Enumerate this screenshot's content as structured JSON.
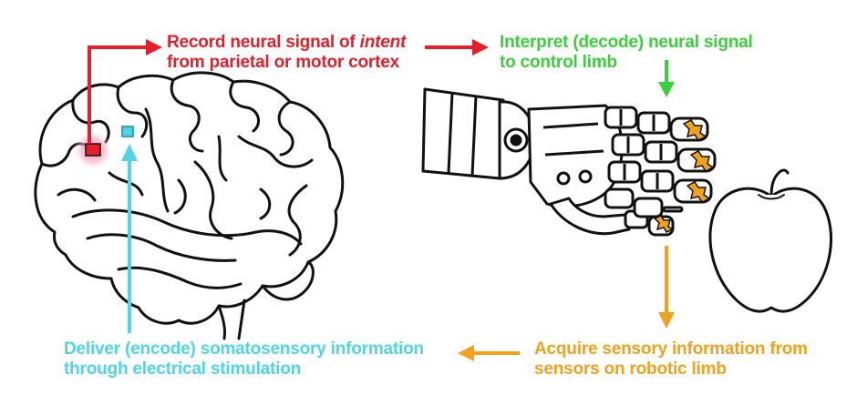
{
  "labels": {
    "record": {
      "line1_prefix": "Record neural signal of ",
      "line1_italic": "intent",
      "line2": "from parietal or motor cortex"
    },
    "interpret": {
      "line1": "Interpret (decode) neural signal",
      "line2": "to control limb"
    },
    "acquire": {
      "line1": "Acquire sensory information from",
      "line2": "sensors on robotic limb"
    },
    "deliver": {
      "line1": "Deliver (encode) somatosensory information",
      "line2": "through electrical stimulation"
    }
  },
  "colors": {
    "record": "#e3202a",
    "interpret": "#3ccf3c",
    "acquire": "#f0a21c",
    "deliver": "#4fd4ea",
    "outline": "#111111",
    "glow_record": "#f27aa0",
    "sensor_pad": "#f0a21c"
  },
  "icons": {
    "brain": "brain-illustration",
    "hand": "robotic-hand-illustration",
    "apple": "apple-illustration"
  }
}
